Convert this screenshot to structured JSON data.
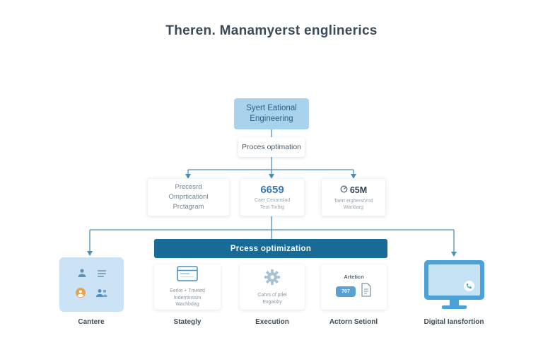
{
  "colors": {
    "line_blue": "#4a8fb5",
    "accent_box_blue": "#a9d2ec",
    "banner_blue": "#176b96",
    "value_blue": "#3679b5",
    "team_card_blue": "#cbe3f4",
    "monitor_blue": "#4aa2d8",
    "title_text": "#3b4a59"
  },
  "title": "Theren. Manamyerst englinerics",
  "flow": {
    "top_box_label": "Syert Eational\nEngineering",
    "process_label": "Proces optimation",
    "stat_boxes": [
      {
        "text": "Precesrd\nOmprticationl\nPrctagram"
      },
      {
        "value": "6659",
        "caption": "Caer Cevanslad\nTeot Torbig"
      },
      {
        "value": "65M",
        "caption": "Taert etgherstVnd\nWanbarg",
        "icon": "gauge-icon"
      }
    ],
    "banner_label": "Prcess optimization"
  },
  "bottom_row": {
    "items": [
      {
        "label": "Cantere",
        "icons": [
          "person-icon",
          "list-icon",
          "avatar-icon",
          "team-icon"
        ]
      },
      {
        "label": "Stategly",
        "caption": "Eerke + Tmeted\nInderrtinssm\nWachbdag",
        "icon": "browser-icon"
      },
      {
        "label": "Execution",
        "caption": "Cahrs of ptlel\nExgaoby",
        "icon": "gear-icon"
      },
      {
        "label": "Actorn Setionl",
        "heading": "Arteticn",
        "badge": "707",
        "icon": "document-icon"
      },
      {
        "label": "Digital Iansfortion",
        "icon": "monitor-icon"
      }
    ]
  }
}
